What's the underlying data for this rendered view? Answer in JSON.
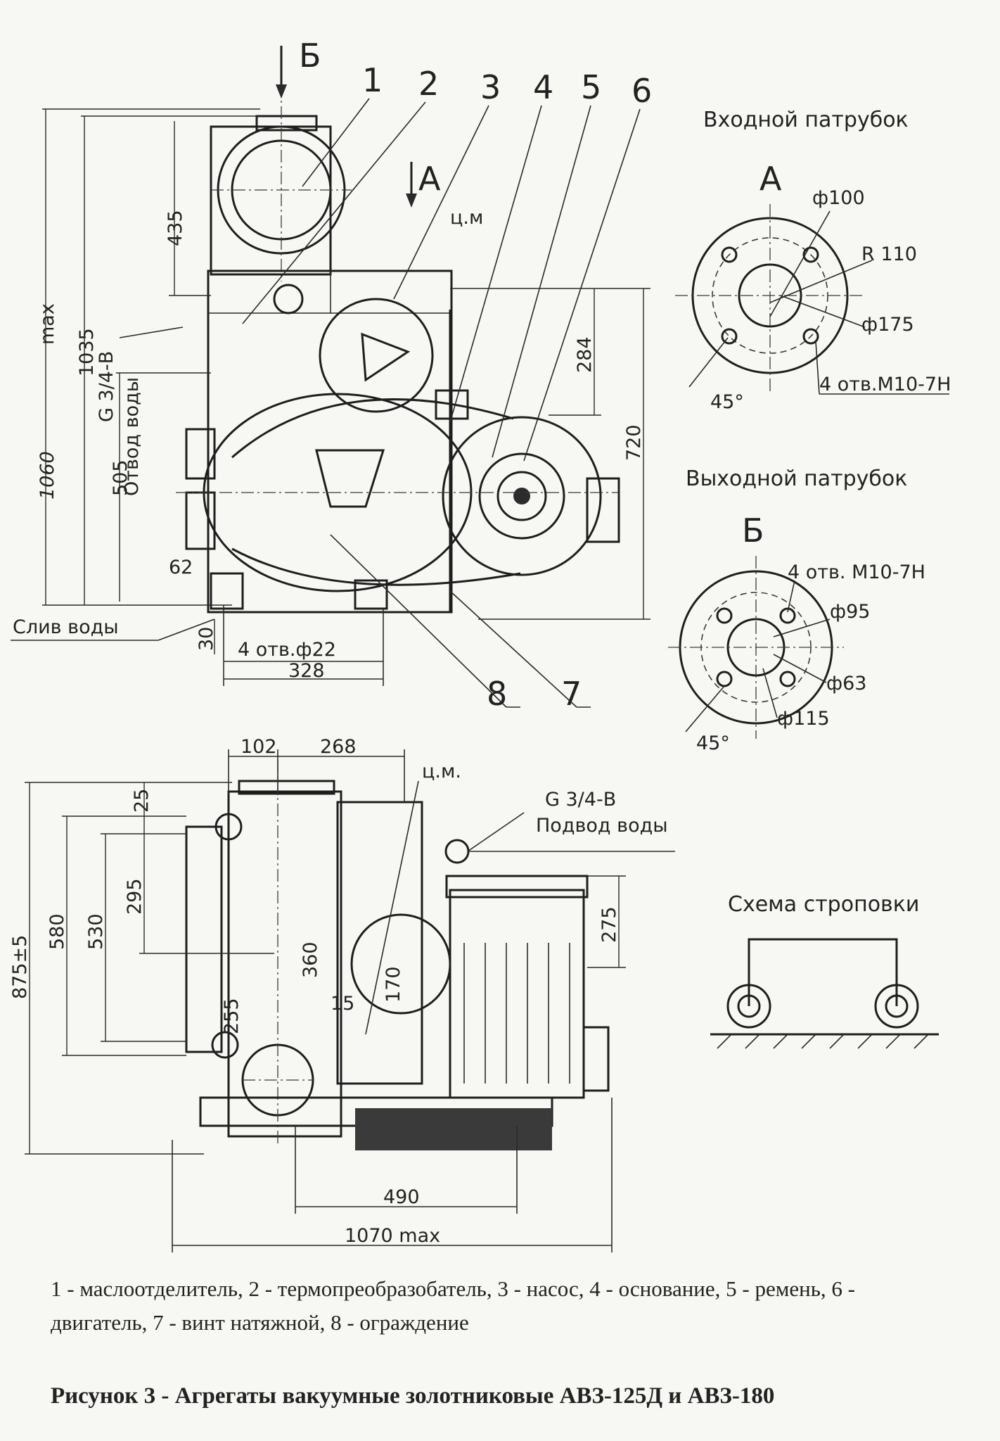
{
  "views": {
    "top": {
      "callouts": [
        "1",
        "2",
        "3",
        "4",
        "5",
        "6",
        "7",
        "8"
      ],
      "section_b": "Б",
      "section_a": "А",
      "cm": "ц.м",
      "dims": {
        "d435": "435",
        "d1035": "1035",
        "max": "max",
        "d1060": "1060",
        "d505": "505",
        "d62": "62",
        "d30": "30",
        "d284": "284",
        "d720": "720",
        "holes": "4 отв.ф22",
        "d328": "328"
      },
      "drain": {
        "thread": "G 3/4-В",
        "label": "Отвод воды"
      },
      "water_drain": "Слив воды"
    },
    "inlet": {
      "title": "Входной патрубок",
      "letter": "А",
      "d100": "ф100",
      "r110": "R 110",
      "d175": "ф175",
      "angle": "45°",
      "holes": "4 отв.М10-7Н"
    },
    "outlet": {
      "title": "Выходной патрубок",
      "letter": "Б",
      "holes": "4 отв. М10-7Н",
      "d95": "ф95",
      "d63": "ф63",
      "d115": "ф115",
      "angle": "45°"
    },
    "side": {
      "dims": {
        "d102": "102",
        "d268": "268",
        "d25": "25",
        "d295": "295",
        "d580": "580",
        "d530": "530",
        "d875": "875±5",
        "d255": "255",
        "d360": "360",
        "d15": "15",
        "d170": "170",
        "d275": "275",
        "d490": "490",
        "d1070": "1070 max"
      },
      "cm": "ц.м.",
      "supply": {
        "thread": "G 3/4-В",
        "label": "Подвод воды"
      }
    },
    "sling": {
      "title": "Схема строповки"
    }
  },
  "legend": "1 - маслоотделитель, 2 - термопреобразобатель, 3 - насос, 4 - основание, 5 - ремень,   6 - двигатель, 7 - винт натяжной, 8 - ограждение",
  "title": "Рисунок 3 - Агрегаты вакуумные золотниковые АВЗ-125Д и АВЗ-180"
}
